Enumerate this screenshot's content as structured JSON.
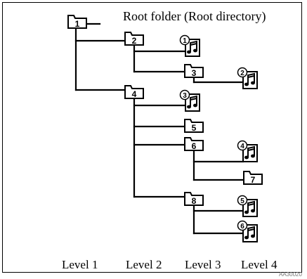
{
  "title": "Root folder (Root directory)",
  "levels": [
    "Level 1",
    "Level 2",
    "Level 3",
    "Level 4"
  ],
  "code": "AA30020",
  "folders": [
    {
      "label": "1",
      "level": 1
    },
    {
      "label": "2",
      "level": 2
    },
    {
      "label": "3",
      "level": 3
    },
    {
      "label": "4",
      "level": 2
    },
    {
      "label": "5",
      "level": 3
    },
    {
      "label": "6",
      "level": 3
    },
    {
      "label": "7",
      "level": 4
    },
    {
      "label": "8",
      "level": 3
    }
  ],
  "files": [
    {
      "label": "1",
      "level": 3,
      "in_folder": "2"
    },
    {
      "label": "2",
      "level": 4,
      "in_folder": "3"
    },
    {
      "label": "3",
      "level": 3,
      "in_folder": "4"
    },
    {
      "label": "4",
      "level": 4,
      "in_folder": "6"
    },
    {
      "label": "5",
      "level": 4,
      "in_folder": "8"
    },
    {
      "label": "6",
      "level": 4,
      "in_folder": "8"
    }
  ]
}
